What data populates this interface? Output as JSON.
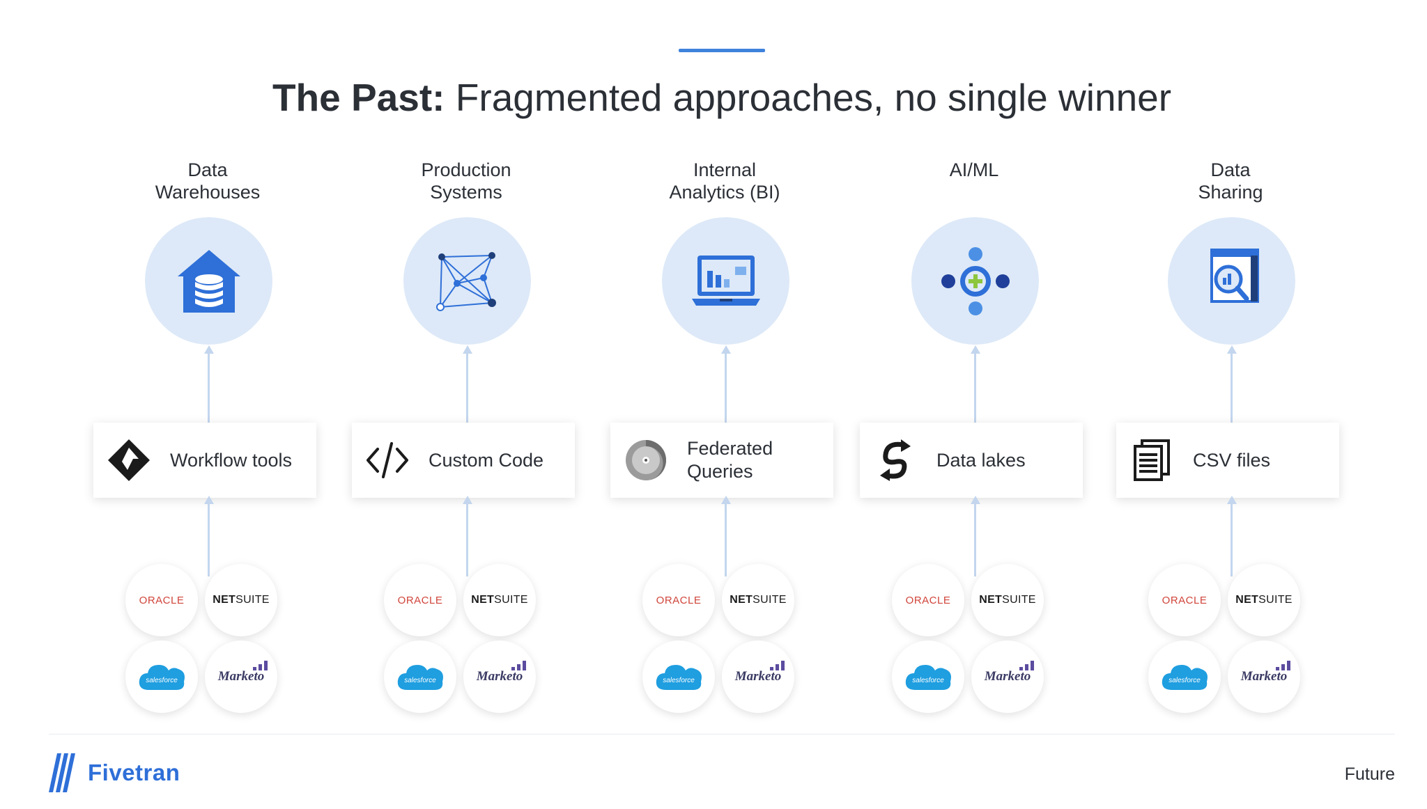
{
  "slide": {
    "title_bold": "The Past:",
    "title_rest": " Fragmented approaches, no single winner"
  },
  "colors": {
    "accent": "#3f82db",
    "circle_bg": "#dde9f8",
    "icon_blue": "#2e6fd8",
    "connector": "#c3d6ee"
  },
  "columns": [
    {
      "label": "Data\nWarehouses",
      "icon": "database-house-icon",
      "tool": {
        "label": "Workflow tools",
        "icon": "workflow-logo-icon"
      }
    },
    {
      "label": "Production\nSystems",
      "icon": "network-graph-icon",
      "tool": {
        "label": "Custom Code",
        "icon": "code-brackets-icon"
      }
    },
    {
      "label": "Internal\nAnalytics (BI)",
      "icon": "laptop-chart-icon",
      "tool": {
        "label": "Federated\nQueries",
        "icon": "disc-icon"
      }
    },
    {
      "label": "AI/ML",
      "icon": "ai-nodes-icon",
      "tool": {
        "label": "Data lakes",
        "icon": "sync-arrows-icon"
      }
    },
    {
      "label": "Data\nSharing",
      "icon": "report-magnifier-icon",
      "tool": {
        "label": "CSV files",
        "icon": "document-stack-icon"
      }
    }
  ],
  "sources": {
    "oracle": "ORACLE",
    "netsuite_bold": "NET",
    "netsuite_light": "SUITE",
    "salesforce": "salesforce",
    "marketo": "Marketo"
  },
  "footer": {
    "brand": "Fivetran",
    "right_text": "Future"
  }
}
